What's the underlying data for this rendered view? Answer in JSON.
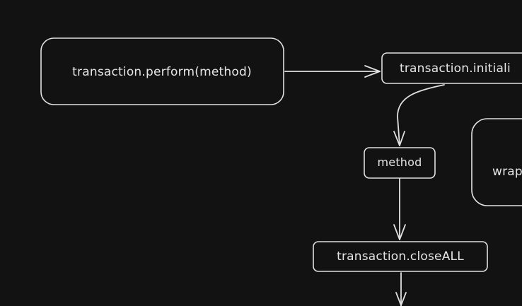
{
  "diagram": {
    "nodes": {
      "perform": {
        "label": "transaction.perform(method)"
      },
      "initialize": {
        "label": "transaction.initiali"
      },
      "method": {
        "label": "method"
      },
      "wrapper": {
        "label": "wrap"
      },
      "close_all": {
        "label": "transaction.closeALL"
      }
    },
    "edges": [
      {
        "from": "perform",
        "to": "initialize"
      },
      {
        "from": "initialize",
        "to": "method"
      },
      {
        "from": "method",
        "to": "close_all"
      },
      {
        "from": "close_all",
        "to": "offscreen-below"
      }
    ],
    "colors": {
      "background": "#121212",
      "stroke": "#e0e0e0",
      "text": "#e6e6e6"
    }
  }
}
